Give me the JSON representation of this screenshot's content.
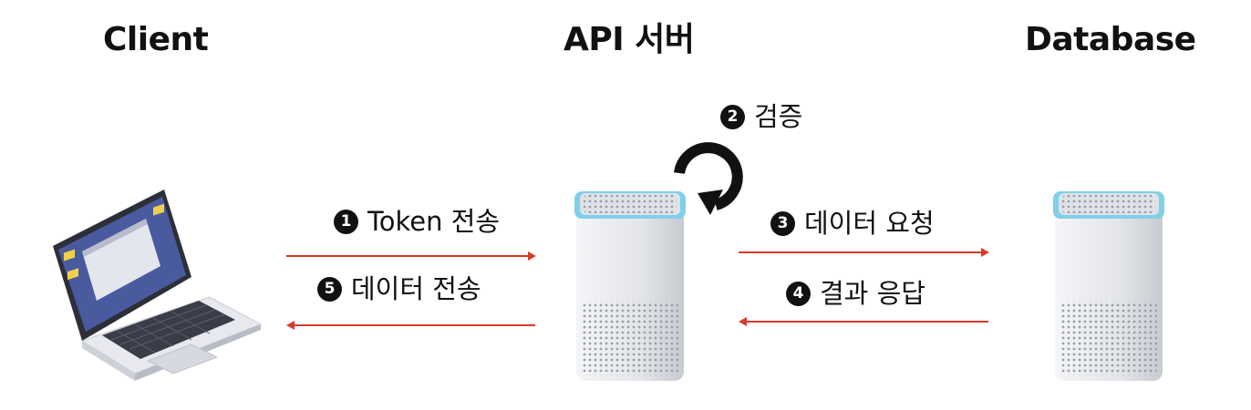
{
  "headings": {
    "client": "Client",
    "api_server": "API 서버",
    "database": "Database"
  },
  "steps": [
    {
      "num": "1",
      "label": "Token 전송"
    },
    {
      "num": "2",
      "label": "검증"
    },
    {
      "num": "3",
      "label": "데이터 요청"
    },
    {
      "num": "4",
      "label": "결과 응답"
    },
    {
      "num": "5",
      "label": "데이터 전송"
    }
  ],
  "colors": {
    "arrow": "#d93a2b",
    "server_accent": "#7fd0e8",
    "laptop_screen": "#4a5a9e"
  },
  "icons": [
    "laptop-icon",
    "server-icon",
    "database-server-icon",
    "refresh-loop-icon"
  ]
}
